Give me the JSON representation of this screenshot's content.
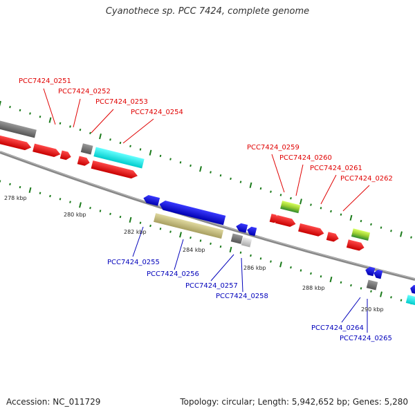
{
  "title": "Cyanothece sp. PCC 7424, complete genome",
  "footer": {
    "accession": "Accession: NC_011729",
    "summary": "Topology: circular; Length: 5,942,652 bp; Genes: 5,280"
  },
  "colors": {
    "forward_label": "#e00000",
    "reverse_label": "#0000bb",
    "tick": "#1a7a1a",
    "backbone": "#808080"
  },
  "scale_labels": {
    "k278": "278 kbp",
    "k280": "280 kbp",
    "k282": "282 kbp",
    "k284": "284 kbp",
    "k286": "286 kbp",
    "k288": "288 kbp",
    "k290": "290 kbp"
  },
  "genes_forward": {
    "g0251": "PCC7424_0251",
    "g0252": "PCC7424_0252",
    "g0253": "PCC7424_0253",
    "g0254": "PCC7424_0254",
    "g0259": "PCC7424_0259",
    "g0260": "PCC7424_0260",
    "g0261": "PCC7424_0261",
    "g0262": "PCC7424_0262"
  },
  "genes_reverse": {
    "g0255": "PCC7424_0255",
    "g0256": "PCC7424_0256",
    "g0257": "PCC7424_0257",
    "g0258": "PCC7424_0258",
    "g0264": "PCC7424_0264",
    "g0265": "PCC7424_0265"
  }
}
